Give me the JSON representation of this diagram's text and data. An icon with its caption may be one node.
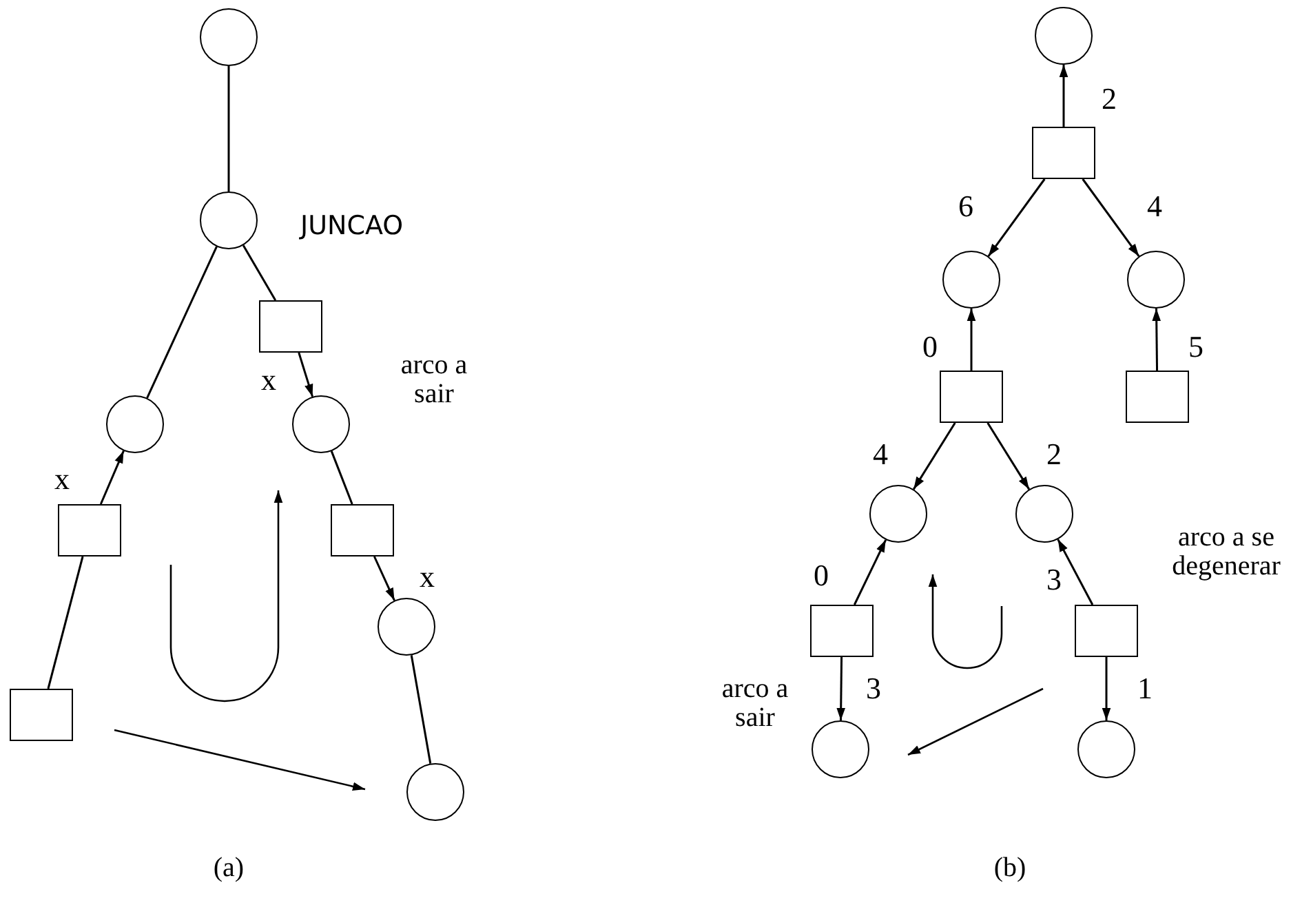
{
  "diagram": {
    "nodes": [
      {
        "text": [],
        "shape": "circle"
      },
      {
        "text": [],
        "shape": "circle"
      },
      {
        "text": [],
        "shape": "box"
      },
      {
        "text": [],
        "shape": "circle"
      },
      {
        "text": [],
        "shape": "circle"
      },
      {
        "text": [],
        "shape": "box"
      },
      {
        "text": [],
        "shape": "box"
      },
      {
        "text": [],
        "shape": "circle"
      },
      {
        "text": [],
        "shape": "box"
      },
      {
        "text": [],
        "shape": "circle"
      },
      {
        "text": [],
        "shape": "circle"
      },
      {
        "text": [],
        "shape": "box"
      },
      {
        "text": [],
        "shape": "circle"
      },
      {
        "text": [],
        "shape": "circle"
      },
      {
        "text": [],
        "shape": "box"
      },
      {
        "text": [],
        "shape": "box"
      },
      {
        "text": [],
        "shape": "circle"
      },
      {
        "text": [],
        "shape": "circle"
      },
      {
        "text": [],
        "shape": "box"
      },
      {
        "text": [],
        "shape": "box"
      },
      {
        "text": [],
        "shape": "circle"
      },
      {
        "text": [],
        "shape": "circle"
      }
    ],
    "edges": [
      {
        "from": 0,
        "to": 1,
        "arrow": "none"
      },
      {
        "from": 1,
        "to": 3,
        "arrow": "none"
      },
      {
        "from": 1,
        "to": 2,
        "arrow": "none"
      },
      {
        "from": 2,
        "to": 4,
        "arrow": "to",
        "label": "x"
      },
      {
        "from": 5,
        "to": 3,
        "arrow": "to",
        "label": "x"
      },
      {
        "from": 8,
        "to": 5,
        "arrow": "none"
      },
      {
        "from": 4,
        "to": 6,
        "arrow": "none"
      },
      {
        "from": 6,
        "to": 7,
        "arrow": "to",
        "label": "x"
      },
      {
        "from": 7,
        "to": 9,
        "arrow": "none"
      },
      {
        "from": 11,
        "to": 10,
        "arrow": "to",
        "label": "2"
      },
      {
        "from": 11,
        "to": 12,
        "arrow": "to",
        "label": "6"
      },
      {
        "from": 11,
        "to": 13,
        "arrow": "to",
        "label": "4"
      },
      {
        "from": 14,
        "to": 12,
        "arrow": "to",
        "label": "0"
      },
      {
        "from": 15,
        "to": 13,
        "arrow": "to",
        "label": "5"
      },
      {
        "from": 14,
        "to": 16,
        "arrow": "to",
        "label": "4"
      },
      {
        "from": 14,
        "to": 17,
        "arrow": "to",
        "label": "2"
      },
      {
        "from": 18,
        "to": 16,
        "arrow": "to",
        "label": "0"
      },
      {
        "from": 19,
        "to": 17,
        "arrow": "to",
        "label": "3"
      },
      {
        "from": 18,
        "to": 20,
        "arrow": "to",
        "label": "3"
      },
      {
        "from": 19,
        "to": 21,
        "arrow": "to",
        "label": "1"
      }
    ],
    "labels": [
      "JUNCAO",
      "arco a sair",
      "(a)",
      "arco a se degenerar",
      "arco a sair",
      "(b)"
    ]
  }
}
